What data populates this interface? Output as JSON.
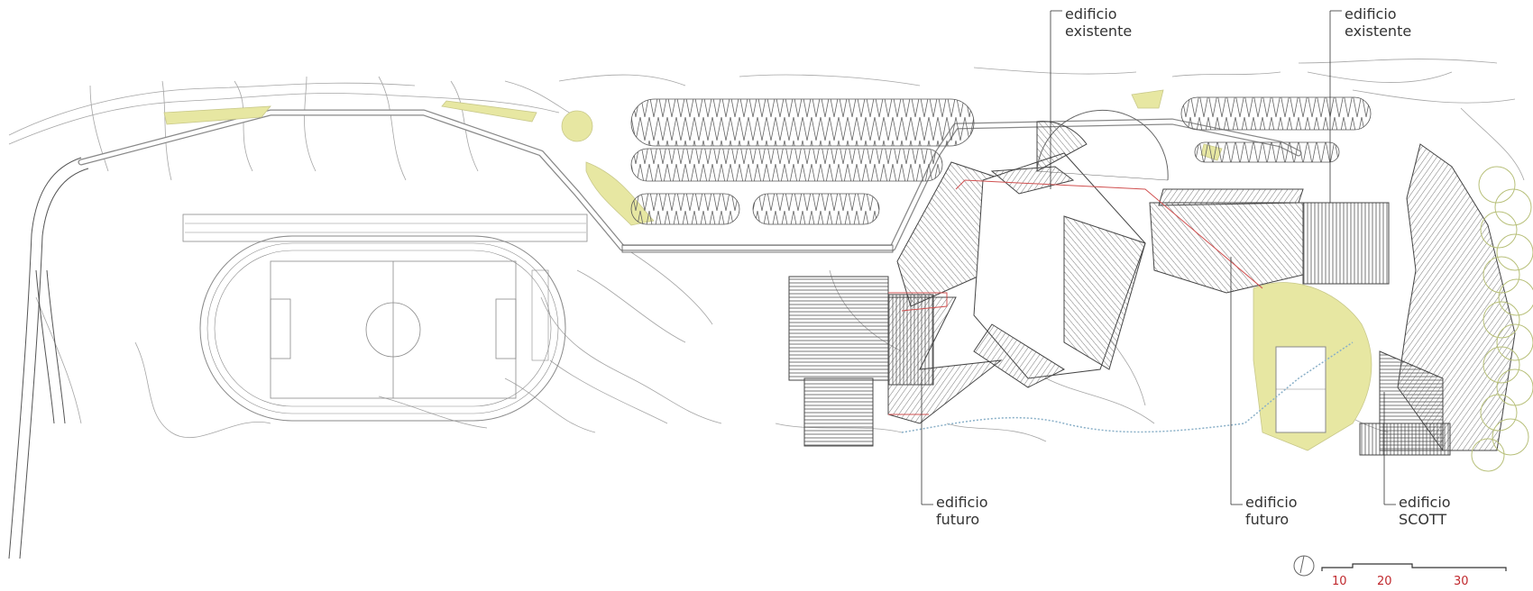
{
  "labels": {
    "existing_north": {
      "line1": "edificio",
      "line2": "existente"
    },
    "existing_east": {
      "line1": "edificio",
      "line2": "existente"
    },
    "future_center": {
      "line1": "edificio",
      "line2": "futuro"
    },
    "future_east": {
      "line1": "edificio",
      "line2": "futuro"
    },
    "scott": {
      "line1": "edificio",
      "line2": "SCOTT"
    }
  },
  "scale_bar": {
    "ticks": [
      "10",
      "20",
      "30"
    ],
    "color": "#c0282d"
  },
  "colors": {
    "ink": "#555555",
    "contour": "#9a9a9a",
    "landscape_yellow": "#e7e7a2",
    "tree_green": "#b8c07a",
    "hatch": "#4a4a4a"
  },
  "icons": {
    "north_arrow": "north-arrow-icon"
  }
}
